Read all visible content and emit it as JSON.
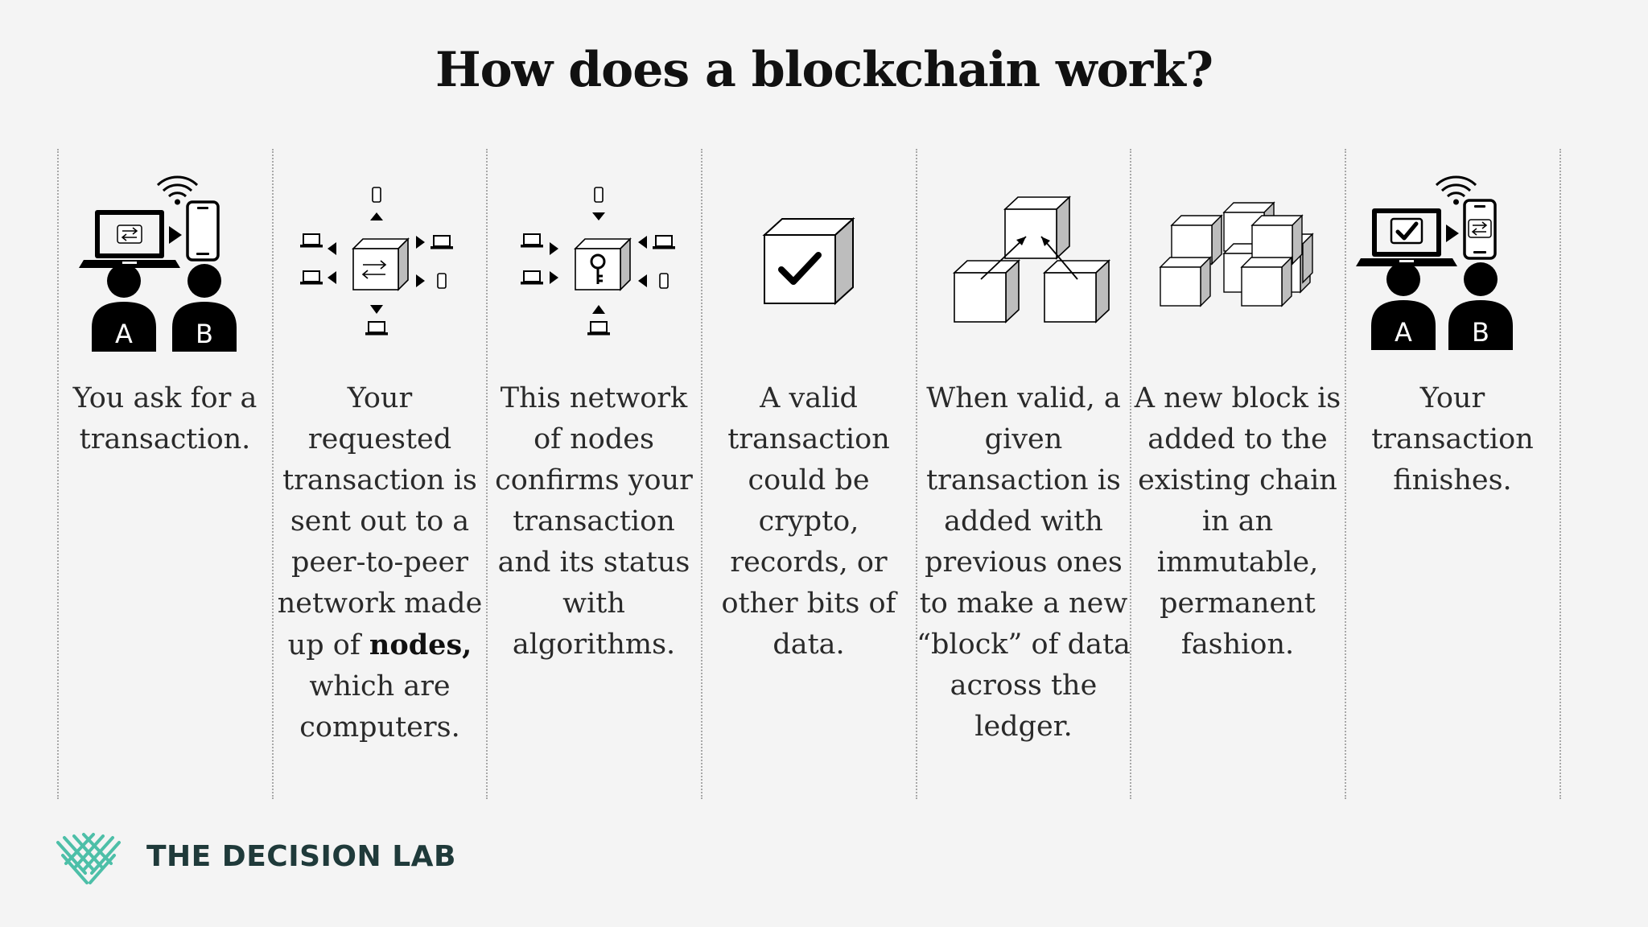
{
  "title": "How does a blockchain work?",
  "brand": {
    "name": "THE DECISION LAB",
    "accent_color": "#4dbfa8"
  },
  "user_labels": {
    "a": "A",
    "b": "B"
  },
  "steps": [
    {
      "icon": "laptop-phone-transfer-icon",
      "text": "You ask for a transaction."
    },
    {
      "icon": "network-transfer-icon",
      "text_before": "Your requested transaction is sent out to a peer-to-peer network made up of ",
      "text_bold": "nodes,",
      "text_after": " which are computers."
    },
    {
      "icon": "network-key-icon",
      "text": "This network of nodes confirms your transaction and its status with algorithms."
    },
    {
      "icon": "checked-block-icon",
      "text": "A valid transaction could be crypto, records, or other bits of data."
    },
    {
      "icon": "block-merge-icon",
      "text": "When valid, a given transaction is added with previous ones to make a new “block” of data across the ledger."
    },
    {
      "icon": "block-chain-stack-icon",
      "text": "A new block is added to the existing chain in an immutable, permanent fashion."
    },
    {
      "icon": "laptop-phone-complete-icon",
      "text": "Your transaction finishes."
    }
  ]
}
